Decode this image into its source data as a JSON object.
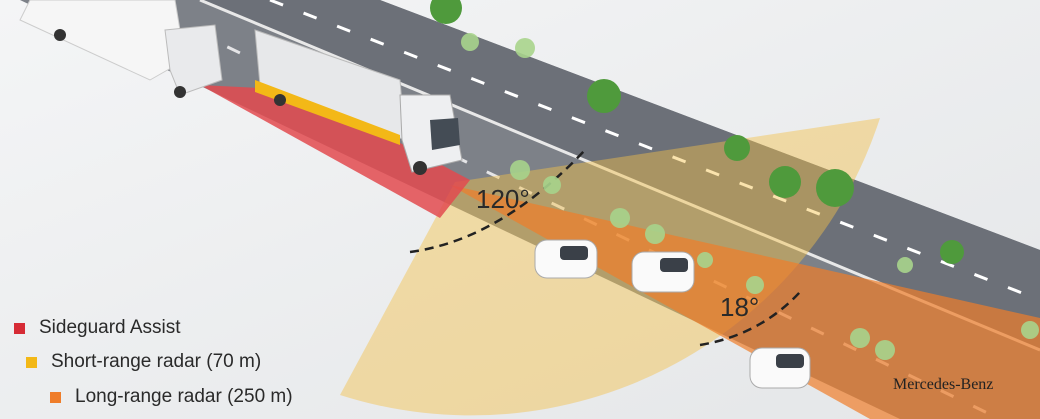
{
  "legend": [
    {
      "label": "Sideguard Assist",
      "color": "#d62b35"
    },
    {
      "label": "Short-range radar (70 m)",
      "color": "#f3b817"
    },
    {
      "label": "Long-range radar (250 m)",
      "color": "#ef7d2a"
    }
  ],
  "angles": {
    "short_range": "120°",
    "long_range": "18°"
  },
  "brand": "Mercedes-Benz"
}
